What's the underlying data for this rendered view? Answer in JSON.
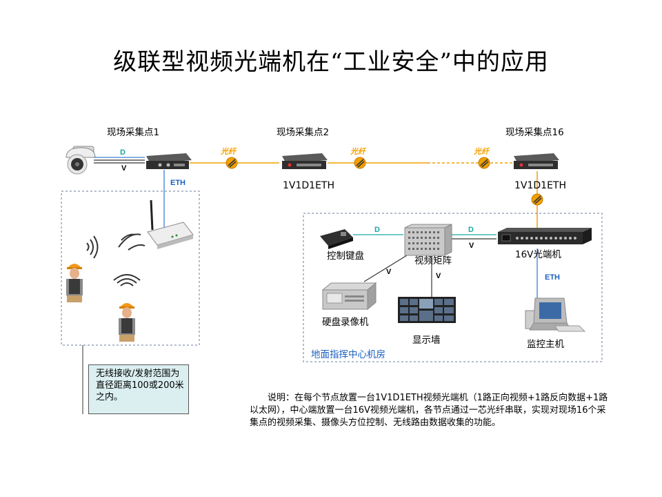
{
  "title": "级联型视频光端机在“工业安全”中的应用",
  "sites": {
    "site1": "现场采集点1",
    "site2": "现场采集点2",
    "site16": "现场采集点16"
  },
  "models": {
    "site2_model": "1V1D1ETH",
    "site16_model": "1V1D1ETH"
  },
  "tags": {
    "d": "D",
    "v": "V",
    "eth": "ETH",
    "fiber": "光纤"
  },
  "devices": {
    "keyboard": "控制键盘",
    "matrix": "视频矩阵",
    "receiver": "16V光端机",
    "dvr": "硬盘录像机",
    "videowall": "显示墙",
    "host": "监控主机"
  },
  "center_room": "地面指挥中心机房",
  "wireless_note": "无线接收/发射范围为直径距离100或200米之内。",
  "description": "说明：在每个节点放置一台1V1D1ETH视频光端机（1路正向视频+1路反向数据+1路以太网），中心端放置一台16V视频光端机，各节点通过一芯光纤串联，实现对现场16个采集点的视频采集、摄像头方位控制、无线路由数据收集的功能。",
  "colors": {
    "fiber": "#f0a000",
    "dashed_border": "#6a7a9a",
    "note_bg": "#dbeff0",
    "eth_line": "#3a7fd0",
    "d_label": "#1aa6a6"
  }
}
